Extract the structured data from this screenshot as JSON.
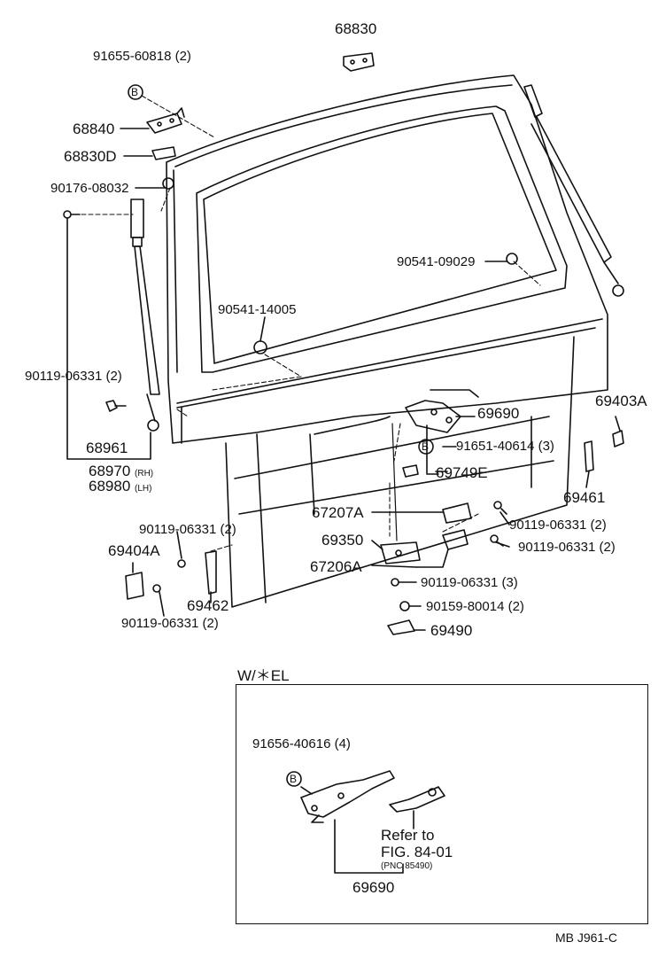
{
  "parts": {
    "p68830": "68830",
    "p91655": "91655-60818 (2)",
    "p68840": "68840",
    "p68830D": "68830D",
    "p90176": "90176-08032",
    "p90541a": "90541-09029",
    "p90541b": "90541-14005",
    "p90119a": "90119-06331 (2)",
    "p68961": "68961",
    "p68970": "68970",
    "p68970_note": "(RH)",
    "p68980": "68980",
    "p68980_note": "(LH)",
    "p69690": "69690",
    "p91651": "91651-40614 (3)",
    "p69749E": "69749E",
    "p69403A": "69403A",
    "p69461": "69461",
    "p67207A": "67207A",
    "p90119b": "90119-06331 (2)",
    "p69350": "69350",
    "p90119c": "90119-06331 (2)",
    "p67206A": "67206A",
    "p90119d": "90119-06331 (2)",
    "p69404A": "69404A",
    "p90119e": "90119-06331 (3)",
    "p90159": "90159-80014 (2)",
    "p69462": "69462",
    "p69490": "69490",
    "p90119f": "90119-06331 (2)"
  },
  "inset": {
    "title": "W/＊EL",
    "p91656": "91656-40616 (4)",
    "refer_line1": "Refer to",
    "refer_line2": "FIG. 84-01",
    "refer_pnc": "(PNC 85490)",
    "p69690": "69690"
  },
  "badges": {
    "b": "B"
  },
  "footer": {
    "code": "MB  J961-C"
  }
}
